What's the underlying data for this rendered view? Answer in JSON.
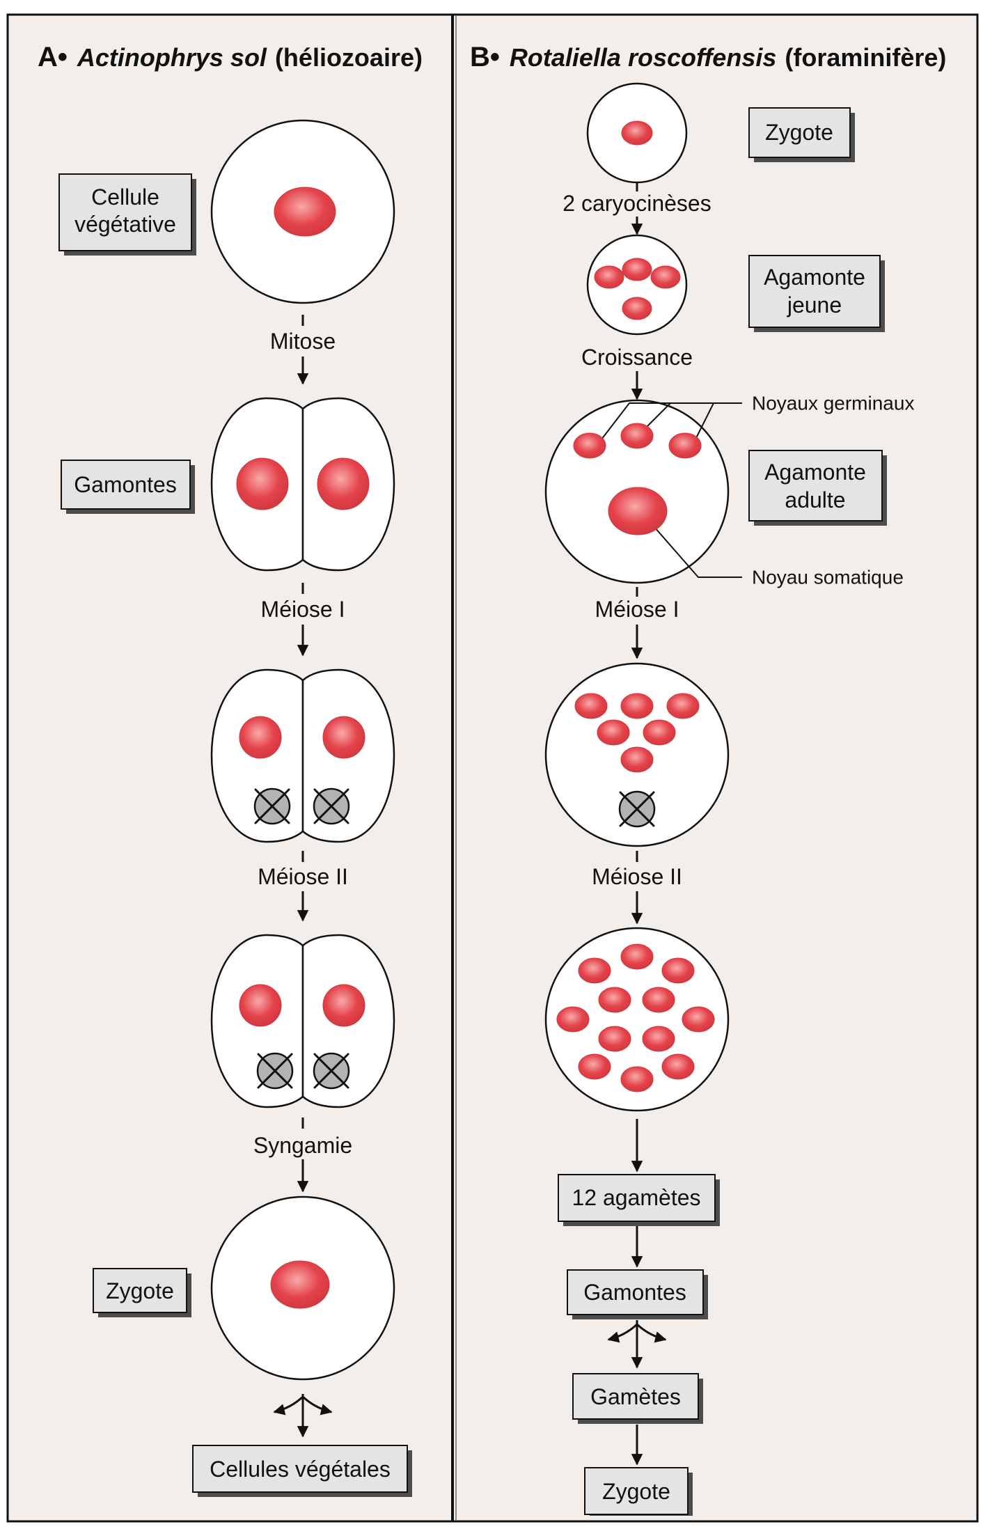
{
  "colors": {
    "background": "#f4eeea",
    "cell_fill": "#ffffff",
    "label_box": "#e4e4e4",
    "nucleus": "#e4434b",
    "nucleus_highlight": "#f8aaa9",
    "nucleus_edge": "#d2383f",
    "degenerating_nucleus": "#b3b3b3"
  },
  "panel_a": {
    "title": {
      "letter": "A•",
      "species": "Actinophrys sol",
      "group": "(héliozoaire)"
    },
    "stages": {
      "vegetative_cell": {
        "line1": "Cellule",
        "line2": "végétative"
      },
      "gamonts": "Gamontes",
      "zygote": "Zygote",
      "vegetative_cells": "Cellules végétales"
    },
    "steps": {
      "mitosis": "Mitose",
      "meiosis1": "Méiose I",
      "meiosis2": "Méiose II",
      "syngamy": "Syngamie"
    }
  },
  "panel_b": {
    "title": {
      "letter": "B•",
      "species": "Rotaliella roscoffensis",
      "group": "(foraminifère)"
    },
    "stages": {
      "zygote": "Zygote",
      "young_agamont": {
        "line1": "Agamonte",
        "line2": "jeune"
      },
      "adult_agamont": {
        "line1": "Agamonte",
        "line2": "adulte"
      },
      "agametes": "12 agamètes",
      "gamonts": "Gamontes",
      "gametes": "Gamètes",
      "final_zygote": "Zygote"
    },
    "annotations": {
      "germinal_nuclei": "Noyaux germinaux",
      "somatic_nucleus": "Noyau somatique"
    },
    "steps": {
      "karyokineses": "2 caryocinèses",
      "growth": "Croissance",
      "meiosis1": "Méiose I",
      "meiosis2": "Méiose II"
    }
  }
}
